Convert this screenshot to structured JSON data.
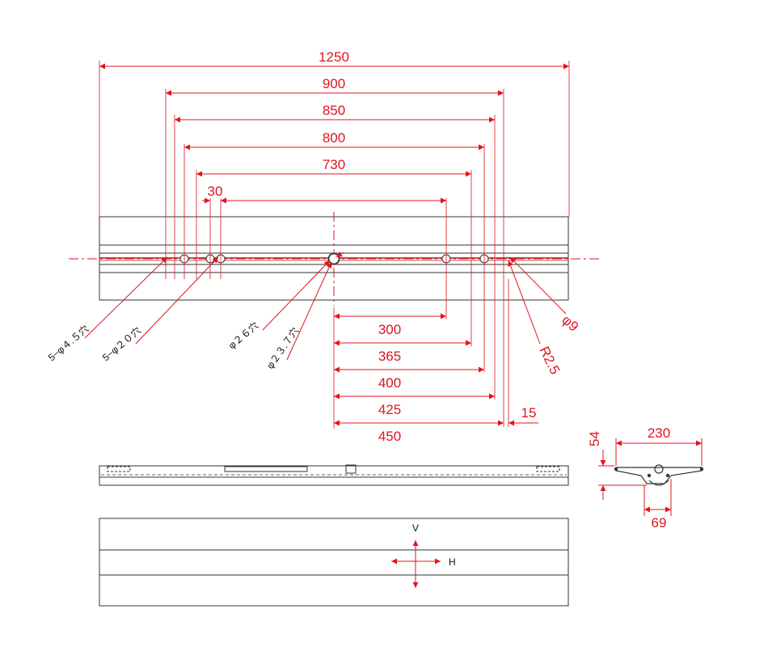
{
  "colors": {
    "dimension": "#e0141e",
    "outline": "#333333"
  },
  "top_view": {
    "overall_dims": [
      "1250",
      "900",
      "850",
      "800",
      "730"
    ],
    "dim_30": "30",
    "lower_dims": [
      "300",
      "365",
      "400",
      "425",
      "450"
    ],
    "dim_15": "15",
    "callouts": {
      "hole_5_phi_4_5": "5−φ４.５穴",
      "hole_5_phi_20": "5−φ２０穴",
      "hole_phi_26": "φ２６穴",
      "hole_phi_23_7": "φ２３.７穴",
      "phi_9": "φ9",
      "r_2_5": "R2.5"
    }
  },
  "end_view": {
    "width": "230",
    "height": "54",
    "bottom_width": "69"
  },
  "bottom_view": {
    "axis_v": "V",
    "axis_h": "H"
  }
}
